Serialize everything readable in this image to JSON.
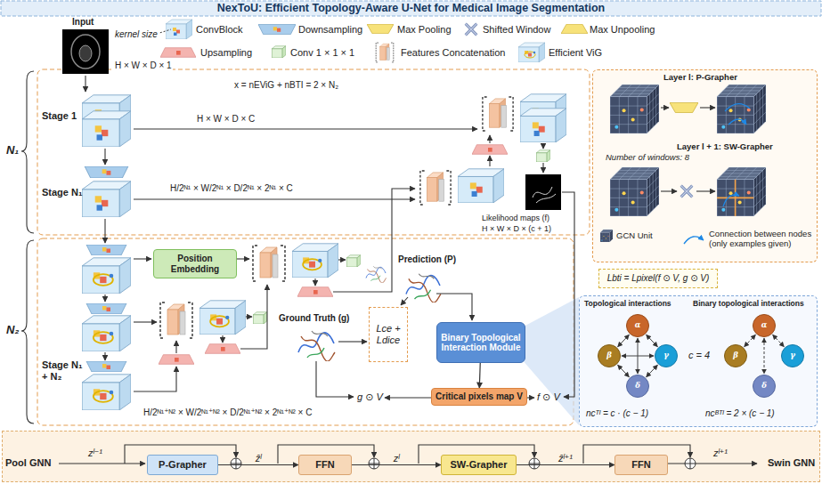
{
  "diagram": {
    "title": "NexToU: Efficient Topology-Aware U-Net for Medical Image Segmentation",
    "nodes": [
      {
        "text": [
          "Position Embedding"
        ]
      },
      {
        "text": [
          "Lce + Ldice"
        ]
      },
      {
        "text": [
          "Binary Topological Interaction Module"
        ]
      },
      {
        "text": [
          "Critical pixels map V"
        ]
      },
      {
        "text": [
          "Lbti = Lpixel(f ⊙ V, g ⊙ V)"
        ]
      },
      {
        "text": [
          "Layer l: P-Grapher",
          "Layer l + 1: SW-Grapher",
          "Number of windows: 8",
          "GCN Unit",
          "Connection between nodes (only examples given)"
        ]
      },
      {
        "text": [
          "Topological interactions",
          "Binary topological interactions",
          "c = 4",
          "ncᵀᴵ = c · (c − 1)",
          "ncᴮᵀᴵ = 2 × (c − 1)"
        ]
      },
      {
        "text": [
          "α"
        ],
        "in": 6
      },
      {
        "text": [
          "β"
        ],
        "in": 6
      },
      {
        "text": [
          "γ"
        ],
        "in": 6
      },
      {
        "text": [
          "δ"
        ],
        "in": 6
      },
      {
        "text": [
          "α"
        ],
        "in": 6
      },
      {
        "text": [
          "β"
        ],
        "in": 6
      },
      {
        "text": [
          "γ"
        ],
        "in": 6
      },
      {
        "text": [
          "δ"
        ],
        "in": 6
      },
      {
        "text": [
          "Pool GNN",
          "Swin GNN"
        ]
      },
      {
        "text": [
          "P-Grapher"
        ],
        "in": 15
      },
      {
        "text": [
          "FFN"
        ],
        "in": 15
      },
      {
        "text": [
          "SW-Grapher"
        ],
        "in": 15
      },
      {
        "text": [
          "FFN"
        ],
        "in": 15
      }
    ],
    "edges": [
      {
        "from": 2,
        "to": 3,
        "arrow": "to"
      },
      {
        "from": 7,
        "to": 8,
        "arrow": "both"
      },
      {
        "from": 7,
        "to": 9,
        "arrow": "both"
      },
      {
        "from": 7,
        "to": 10,
        "arrow": "both"
      },
      {
        "from": 8,
        "to": 9,
        "arrow": "both"
      },
      {
        "from": 8,
        "to": 10,
        "arrow": "both"
      },
      {
        "from": 9,
        "to": 10,
        "arrow": "both"
      },
      {
        "from": 11,
        "to": 12,
        "arrow": "both"
      },
      {
        "from": 11,
        "to": 13,
        "arrow": "both"
      },
      {
        "from": 11,
        "to": 14,
        "arrow": "both"
      },
      {
        "from": 16,
        "to": 17,
        "label": "ẑˡ",
        "arrow": "to"
      },
      {
        "from": 17,
        "to": 18,
        "label": "zˡ",
        "arrow": "to"
      },
      {
        "from": 18,
        "to": 19,
        "label": "ẑˡ⁺¹",
        "arrow": "to"
      }
    ],
    "labels": [
      "Input",
      "kernel size",
      "H × W × D × 1",
      "x = nEViG + nBTI = 2 × N₂",
      "Stage 1",
      "N₁",
      "H × W × D × C",
      "Stage N₁",
      "H/2ᴺ¹ × W/2ᴺ¹ × D/2ᴺ¹ × 2ᴺ¹ × C",
      "Likelihood maps (f)",
      "H × W × D × (c + 1)",
      "Prediction (P)",
      "N₂",
      "Ground Truth (g)",
      "Stage N₁ + N₂",
      "g ⊙ V",
      "f ⊙ V",
      "H/2ᴺ¹⁺ᴺ² × W/2ᴺ¹⁺ᴺ² × D/2ᴺ¹⁺ᴺ² × 2ᴺ¹⁺ᴺ² × C",
      "zˡ⁻¹",
      "zˡ⁺¹"
    ],
    "legend": [
      {
        "text": "ConvBlock"
      },
      {
        "text": "Downsampling"
      },
      {
        "text": "Max Pooling"
      },
      {
        "text": "Shifted Window"
      },
      {
        "text": "Max Unpooling"
      },
      {
        "text": "Upsampling"
      },
      {
        "text": "Conv 1 × 1 × 1"
      },
      {
        "text": "Features Concatenation"
      },
      {
        "text": "Efficient ViG"
      }
    ]
  }
}
